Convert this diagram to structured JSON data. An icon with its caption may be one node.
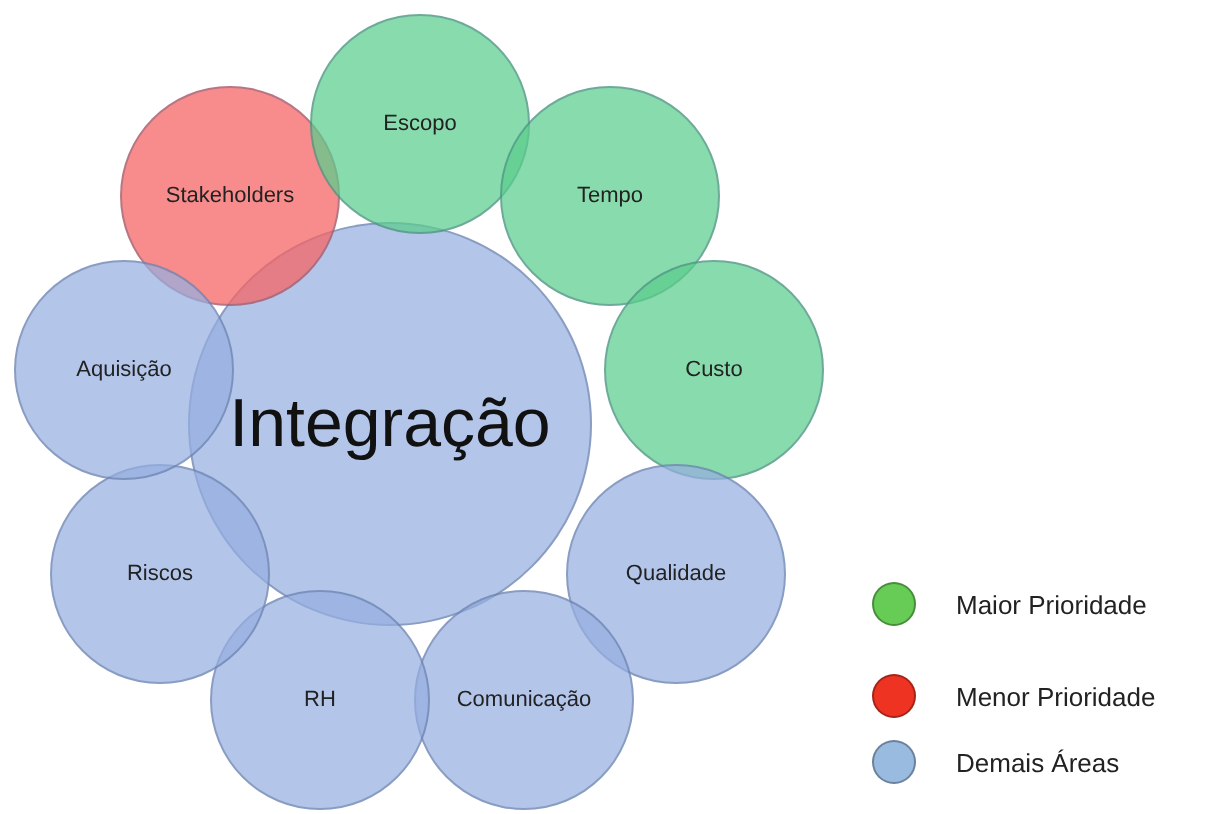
{
  "diagram": {
    "nodes": [
      {
        "text": [
          "Integração"
        ]
      },
      {
        "text": [
          "Stakeholders"
        ]
      },
      {
        "text": [
          "Escopo"
        ]
      },
      {
        "text": [
          "Tempo"
        ]
      },
      {
        "text": [
          "Custo"
        ]
      },
      {
        "text": [
          "Qualidade"
        ]
      },
      {
        "text": [
          "Comunicação"
        ]
      },
      {
        "text": [
          "RH"
        ]
      },
      {
        "text": [
          "Riscos"
        ]
      },
      {
        "text": [
          "Aquisição"
        ]
      }
    ],
    "legend": [
      {
        "text": "Maior Prioridade",
        "color": "#66cc55"
      },
      {
        "text": "Menor Prioridade",
        "color": "#ee3322"
      },
      {
        "text": "Demais Áreas",
        "color": "#99bbe0"
      }
    ]
  }
}
